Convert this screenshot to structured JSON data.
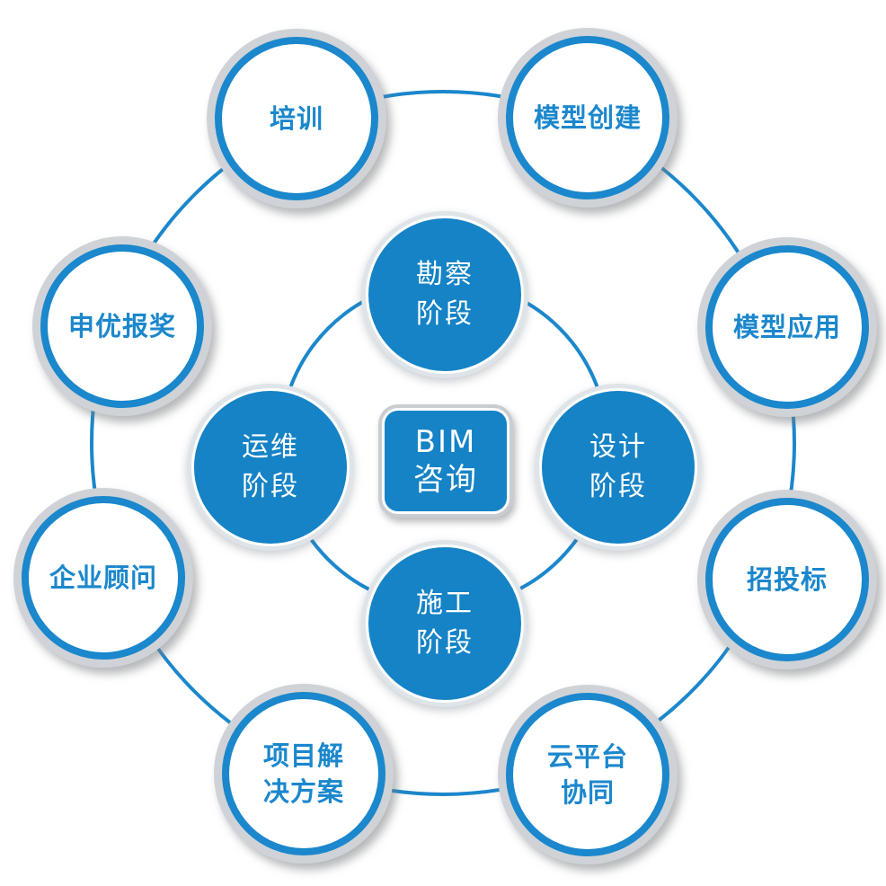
{
  "center": {
    "line1": "BIM",
    "line2": "咨询"
  },
  "inner_nodes": [
    {
      "line1": "勘察",
      "line2": "阶段"
    },
    {
      "line1": "设计",
      "line2": "阶段"
    },
    {
      "line1": "施工",
      "line2": "阶段"
    },
    {
      "line1": "运维",
      "line2": "阶段"
    }
  ],
  "outer_nodes": [
    {
      "line1": "培训",
      "line2": ""
    },
    {
      "line1": "模型创建",
      "line2": ""
    },
    {
      "line1": "模型应用",
      "line2": ""
    },
    {
      "line1": "招投标",
      "line2": ""
    },
    {
      "line1": "云平台",
      "line2": "协同"
    },
    {
      "line1": "项目解",
      "line2": "决方案"
    },
    {
      "line1": "企业顾问",
      "line2": ""
    },
    {
      "line1": "申优报奖",
      "line2": ""
    }
  ],
  "colors": {
    "primary_blue": "#1b87cc",
    "inner_blue": "#1583c6",
    "ring_gray": "#cfd3d7"
  }
}
